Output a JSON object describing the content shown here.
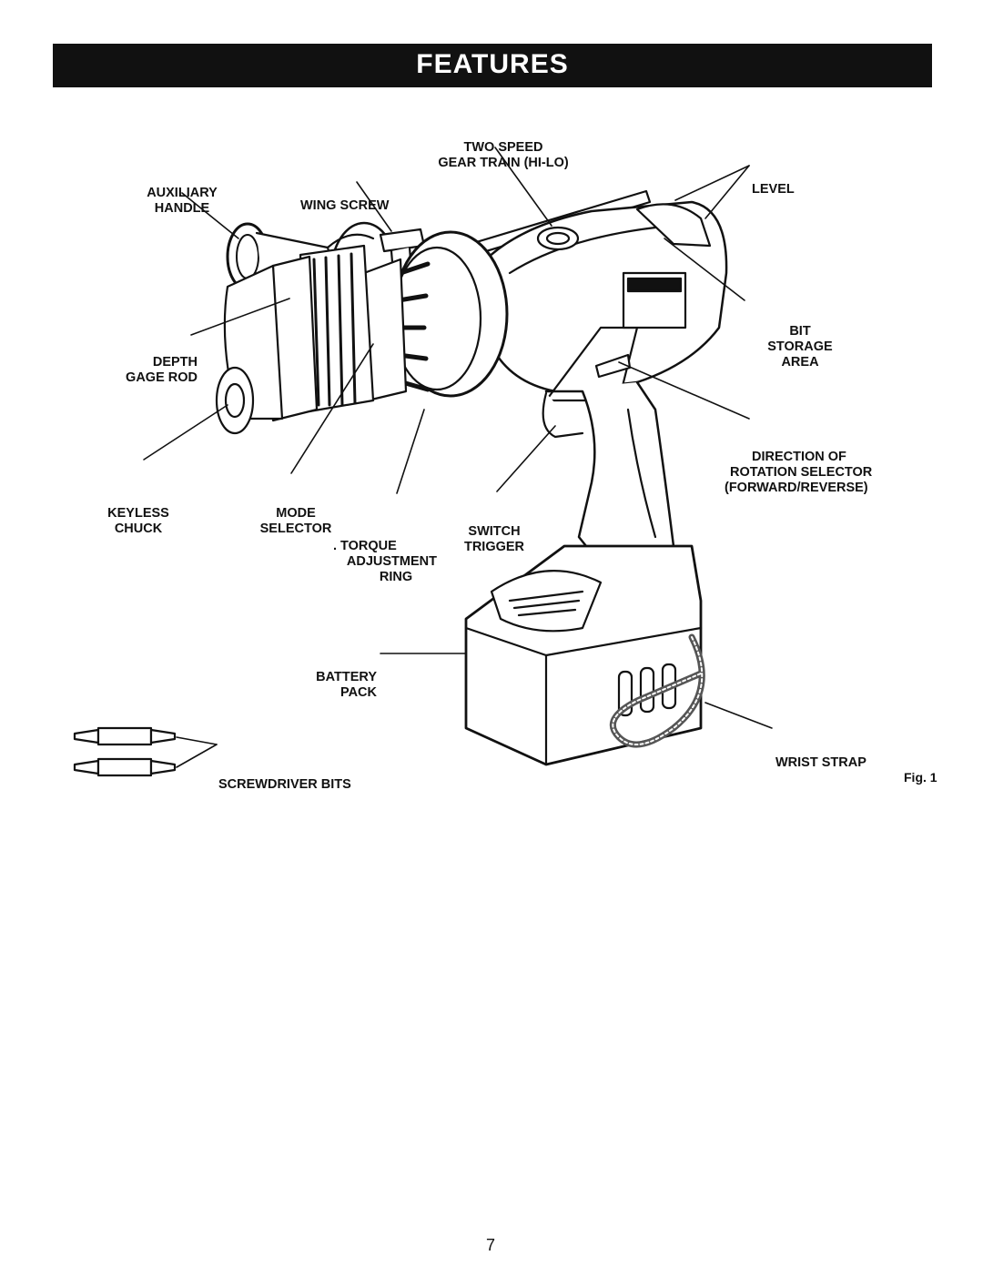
{
  "header": {
    "title": "FEATURES"
  },
  "labels": {
    "two_speed": [
      "TWO SPEED",
      "GEAR TRAIN (HI-LO)"
    ],
    "auxiliary_handle": [
      "AUXILIARY",
      "HANDLE"
    ],
    "wing_screw": [
      "WING SCREW"
    ],
    "level": [
      "LEVEL"
    ],
    "depth_gage_rod": [
      "DEPTH",
      "GAGE ROD"
    ],
    "bit_storage": [
      "BIT",
      "STORAGE",
      "AREA"
    ],
    "direction": [
      "DIRECTION OF",
      "ROTATION SELECTOR",
      "(FORWARD/REVERSE)"
    ],
    "keyless_chuck": [
      "KEYLESS",
      "CHUCK"
    ],
    "mode_selector": [
      "MODE",
      "SELECTOR"
    ],
    "torque_ring": [
      ". TORQUE",
      "ADJUSTMENT",
      "RING"
    ],
    "switch_trigger": [
      "SWITCH",
      "TRIGGER"
    ],
    "battery_pack": [
      "BATTERY",
      "PACK"
    ],
    "screwdriver_bits": [
      "SCREWDRIVER BITS"
    ],
    "wrist_strap": [
      "WRIST STRAP"
    ]
  },
  "figure_label": "Fig. 1",
  "page_number": "7"
}
